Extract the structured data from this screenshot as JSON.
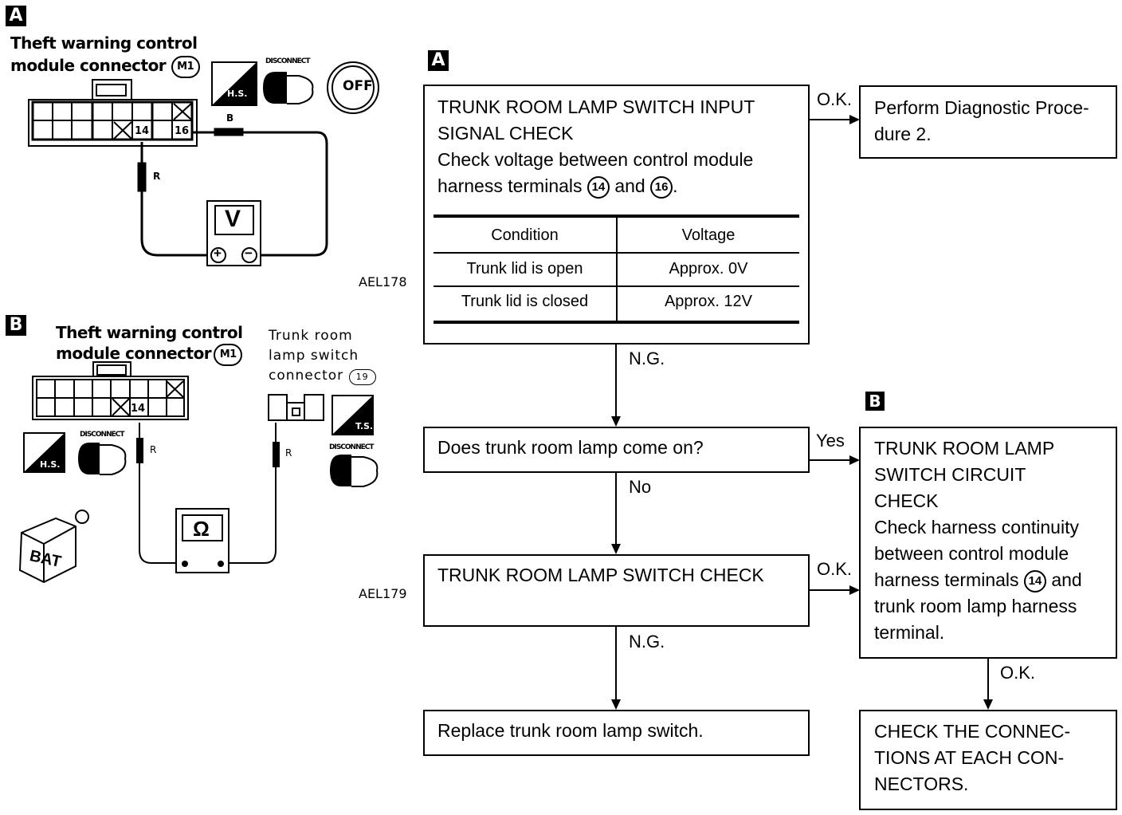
{
  "diagram_a": {
    "badge": "A",
    "title_line1": "Theft warning control",
    "title_line2": "module connector",
    "connector_id": "M1",
    "terminal_1": "14",
    "terminal_2": "16",
    "wire_color_1": "R",
    "wire_color_2": "B",
    "meter": "V",
    "meter_plus": "+",
    "meter_minus": "−",
    "harness_side_label": "H.S.",
    "disconnect_label": "DISCONNECT",
    "ignition_label": "OFF",
    "figure_code": "AEL178"
  },
  "diagram_b": {
    "badge": "B",
    "title_line1": "Theft warning control",
    "title_line2": "module connector",
    "connector_id": "M1",
    "terminal_1": "14",
    "wire_color_1": "R",
    "wire_color_2": "R",
    "switch_line1": "Trunk room",
    "switch_line2": "lamp switch",
    "switch_line3": "connector",
    "switch_connector_id": "19",
    "meter": "Ω",
    "harness_side_label": "H.S.",
    "terminal_side_label": "T.S.",
    "disconnect_label": "DISCONNECT",
    "battery_label": "BAT",
    "figure_code": "AEL179"
  },
  "flowchart": {
    "badge_a": "A",
    "badge_b": "B",
    "step1": {
      "title": "TRUNK ROOM LAMP SWITCH INPUT\nSIGNAL CHECK",
      "text_1": "Check voltage between control module",
      "text_2a": "harness terminals",
      "term_1": "14",
      "text_2b": "and",
      "term_2": "16",
      "text_2c": ".",
      "table": {
        "headers": [
          "Condition",
          "Voltage"
        ],
        "rows": [
          [
            "Trunk lid is open",
            "Approx. 0V"
          ],
          [
            "Trunk lid is closed",
            "Approx. 12V"
          ]
        ]
      }
    },
    "step1_ok_label": "O.K.",
    "step1_ok_box": "Perform Diagnostic Proce-\ndure 2.",
    "step1_ng_label": "N.G.",
    "step2": "Does trunk room lamp come on?",
    "step2_yes_label": "Yes",
    "step2_no_label": "No",
    "step3": "TRUNK ROOM LAMP SWITCH CHECK",
    "step3_ok_label": "O.K.",
    "step3_ng_label": "N.G.",
    "step4": "Replace trunk room lamp switch.",
    "stepb": {
      "title": "TRUNK ROOM LAMP\nSWITCH CIRCUIT\nCHECK",
      "text_1": "Check harness continuity\nbetween control module",
      "text_2a": "harness terminals",
      "term_1": "14",
      "text_2b": "and",
      "text_3": "trunk room lamp harness\nterminal."
    },
    "stepb_ok_label": "O.K.",
    "final": "CHECK THE CONNEC-\nTIONS AT EACH CON-\nNECTORS."
  }
}
